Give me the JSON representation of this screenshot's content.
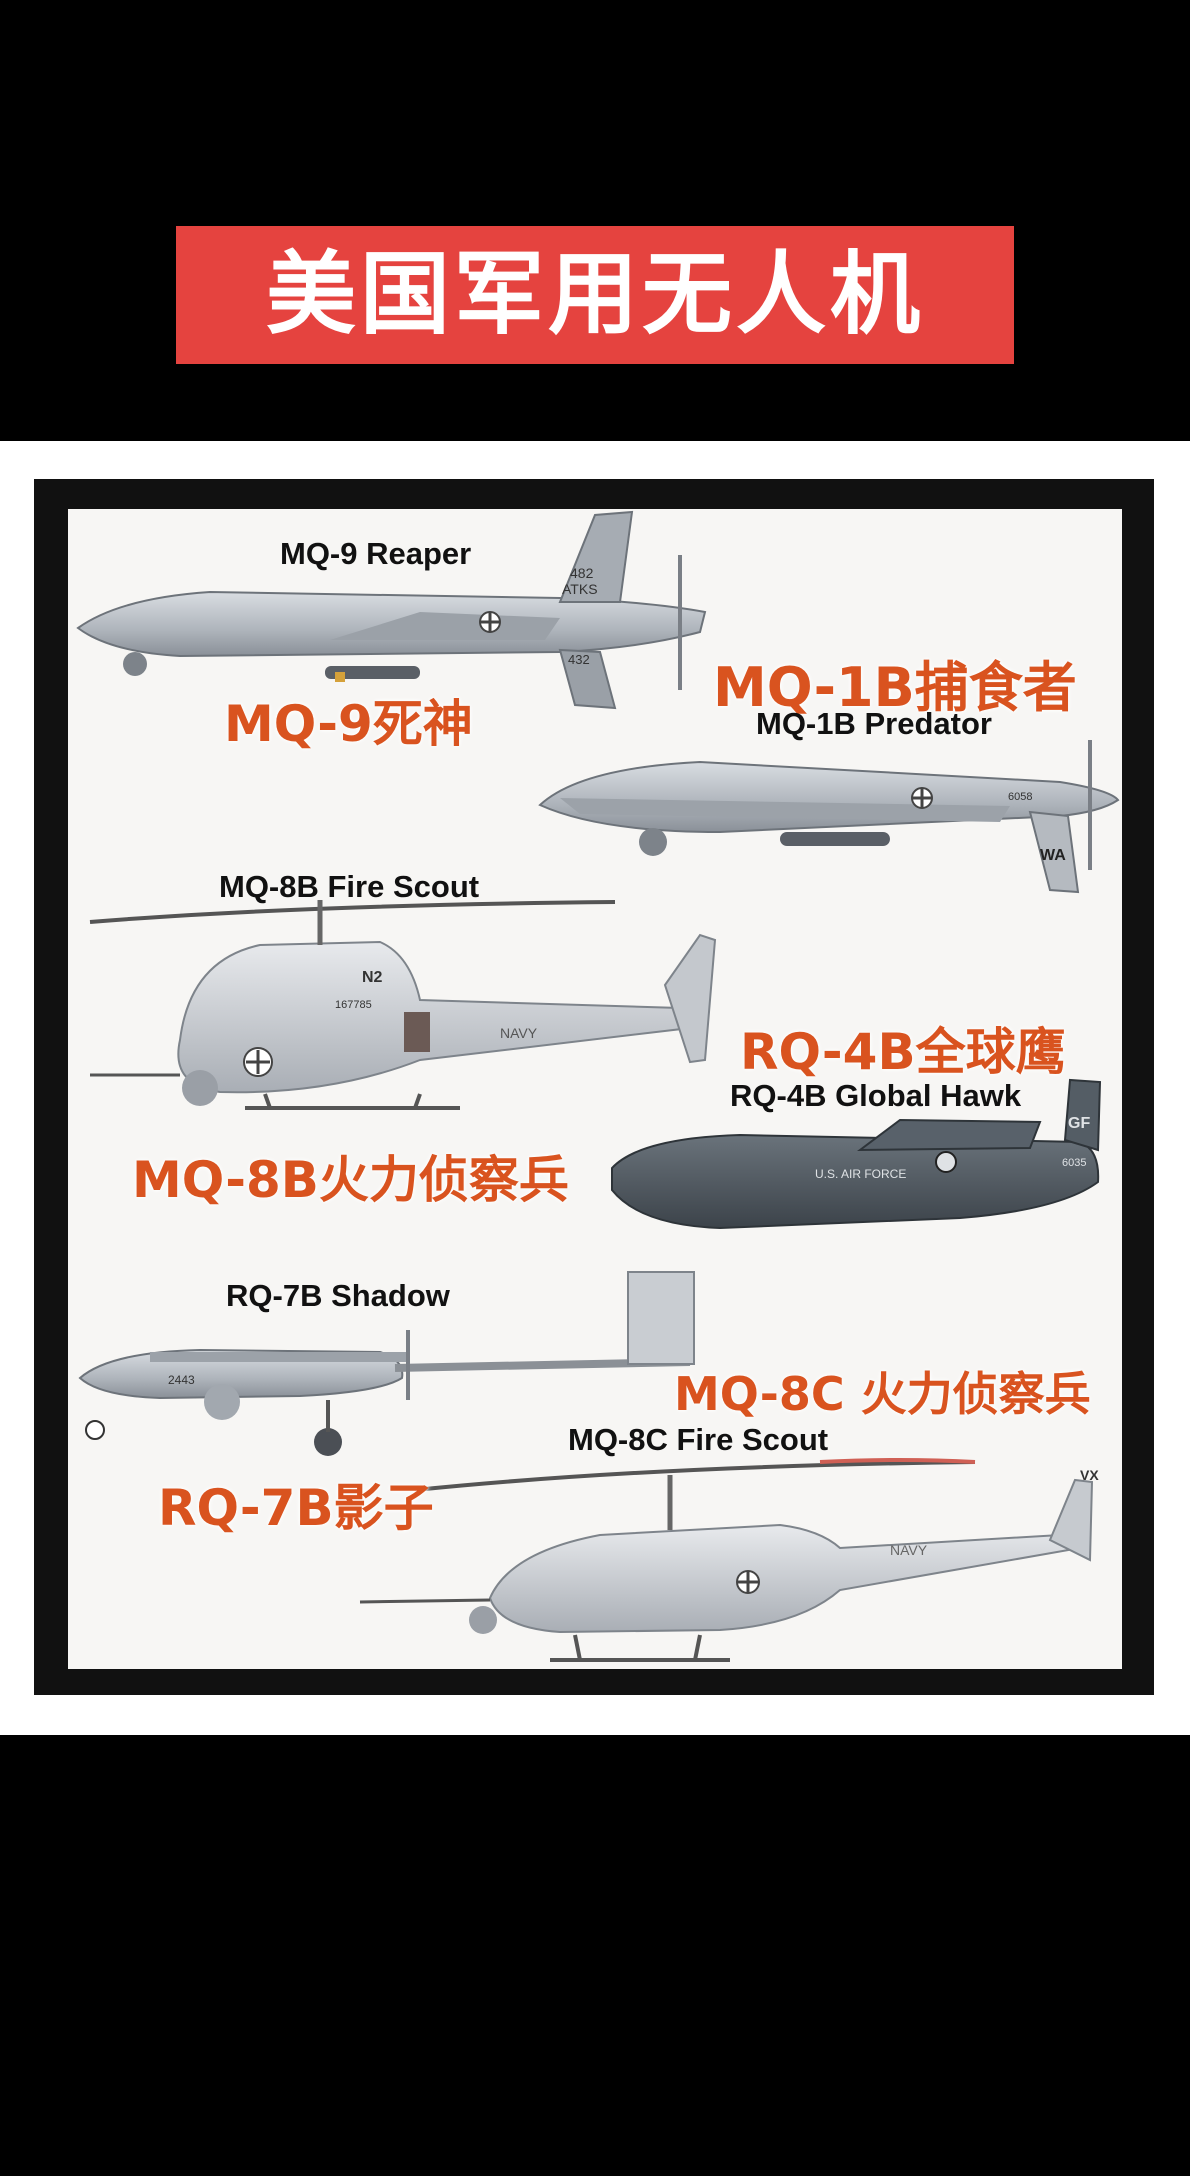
{
  "title": "美国军用无人机",
  "colors": {
    "banner": "#e5433f",
    "zh_label": "#d9531f",
    "drone_grey": "#b9bec5",
    "hawk_dark": "#4b545c"
  },
  "drones": [
    {
      "id": "mq9",
      "en": "MQ-9 Reaper",
      "zh": "MQ-9死神",
      "markings": [
        "482",
        "ATKS",
        "432"
      ]
    },
    {
      "id": "mq1b",
      "en": "MQ-1B Predator",
      "zh": "MQ-1B捕食者",
      "markings": [
        "WA",
        "6058"
      ]
    },
    {
      "id": "mq8b",
      "en": "MQ-8B Fire Scout",
      "zh": "MQ-8B火力侦察兵",
      "markings": [
        "N2",
        "167785",
        "NAVY"
      ]
    },
    {
      "id": "rq4b",
      "en": "RQ-4B Global Hawk",
      "zh": "RQ-4B全球鹰",
      "markings": [
        "U.S. AIR FORCE",
        "GF",
        "6035"
      ]
    },
    {
      "id": "rq7b",
      "en": "RQ-7B Shadow",
      "zh": "RQ-7B影子",
      "markings": [
        "2443"
      ]
    },
    {
      "id": "mq8c",
      "en": "MQ-8C Fire Scout",
      "zh": "MQ-8C 火力侦察兵",
      "markings": [
        "VX",
        "NAVY"
      ]
    }
  ]
}
